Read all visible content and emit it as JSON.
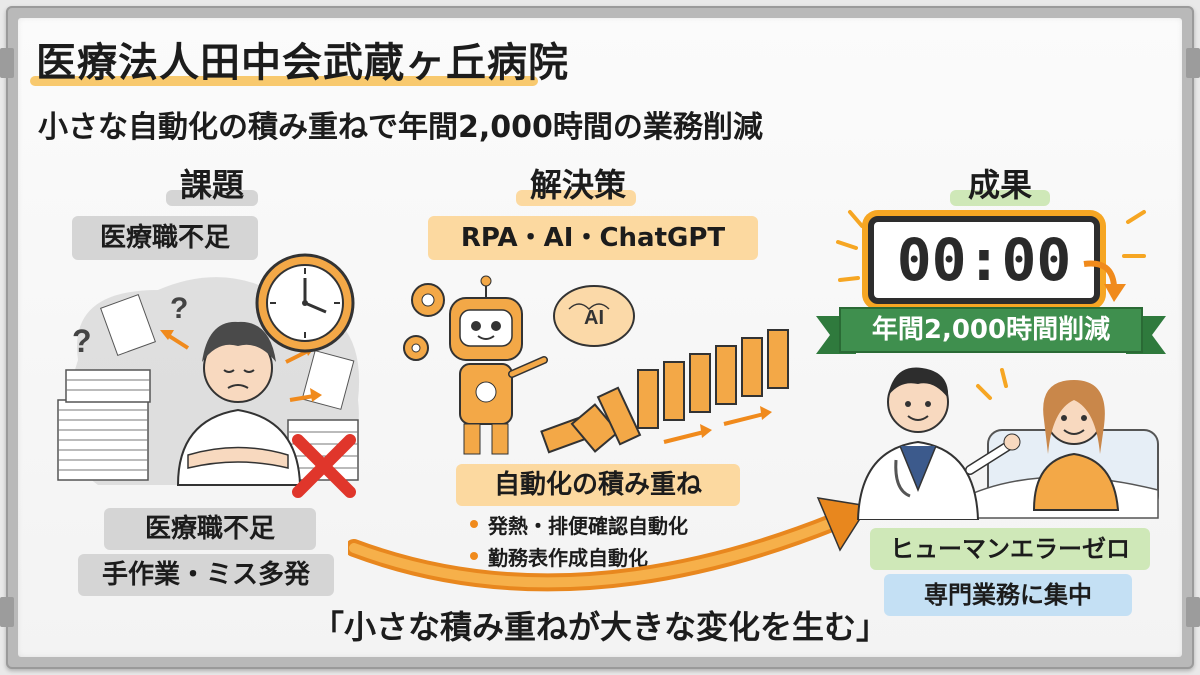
{
  "header": {
    "title": "医療法人田中会武蔵ヶ丘病院",
    "subtitle": "小さな自動化の積み重ねで年間2,000時間の業務削減"
  },
  "problem": {
    "heading": "課題",
    "tag": "医療職不足",
    "lines": [
      "医療職不足",
      "手作業・ミス多発"
    ]
  },
  "solution": {
    "heading": "解決策",
    "tag": "RPA・AI・ChatGPT",
    "ai_label": "AI",
    "caption": "自動化の積み重ね",
    "items": [
      "発熱・排便確認自動化",
      "勤務表作成自動化"
    ]
  },
  "result": {
    "heading": "成果",
    "timer": "00:00",
    "banner": "年間2,000時間削減",
    "lines": [
      "ヒューマンエラーゼロ",
      "専門業務に集中"
    ]
  },
  "footer": {
    "quote": "「小さな積み重ねが大きな変化を生む」"
  },
  "colors": {
    "orange": "#f6a623",
    "orange_light": "#fcd9a0",
    "green": "#3f8f4e",
    "green_light": "#cfe8b8",
    "blue_light": "#c4e0f4",
    "gray_highlight": "#d5d5d5",
    "red": "#e0362b"
  }
}
